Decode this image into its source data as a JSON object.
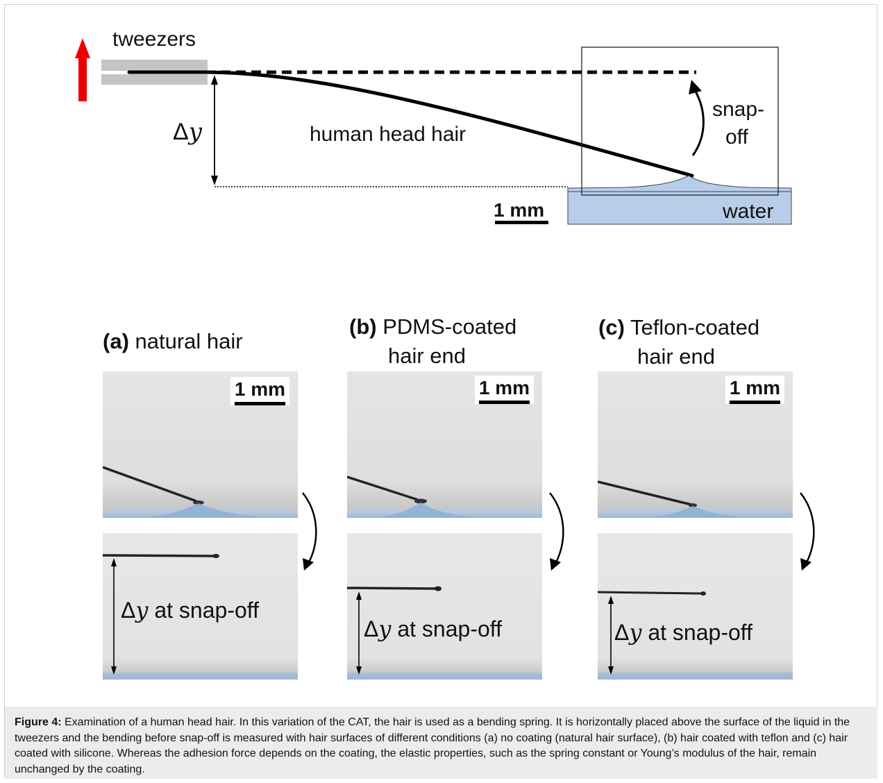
{
  "schematic": {
    "tweezers_label": "tweezers",
    "hair_label": "human head hair",
    "delta_symbol": "Δ",
    "delta_var": "y",
    "snap_label_1": "snap-",
    "snap_label_2": "off",
    "water_label": "water",
    "scale_label": "1 mm"
  },
  "panels": [
    {
      "letter": "(a)",
      "title_line1": "natural hair",
      "title_line2": "",
      "scale_label": "1 mm",
      "dy_symbol": "Δ",
      "dy_var": "y",
      "dy_text": " at snap-off"
    },
    {
      "letter": "(b)",
      "title_line1": "PDMS-coated",
      "title_line2": "hair end",
      "scale_label": "1 mm",
      "dy_symbol": "Δ",
      "dy_var": "y",
      "dy_text": " at snap-off"
    },
    {
      "letter": "(c)",
      "title_line1": "Teflon-coated",
      "title_line2": "hair end",
      "scale_label": "1 mm",
      "dy_symbol": "Δ",
      "dy_var": "y",
      "dy_text": " at snap-off"
    }
  ],
  "caption": {
    "label": "Figure 4:",
    "text": " Examination of a human head hair. In this variation of the CAT, the hair is used as a bending spring. It is horizontally placed above the surface of the liquid in the tweezers and the bending before snap-off is measured with hair surfaces of different conditions (a) no coating (natural hair surface), (b) hair coated with teflon and (c) hair coated with silicone. Whereas the adhesion force depends on the coating, the elastic properties, such as the spring constant or Young’s modulus of the hair, remain unchanged by the coating."
  },
  "colors": {
    "arrow_red": "#ee0000",
    "tweezers_gray": "#c4c4c4",
    "water_blue": "#b8cdea",
    "caption_bg": "#ececec"
  }
}
